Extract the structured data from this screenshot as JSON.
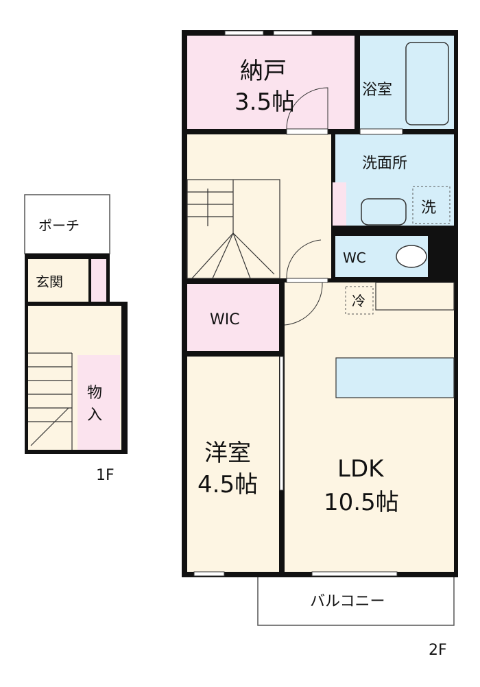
{
  "floor_1": {
    "label": "1F",
    "rooms": {
      "porch": "ポーチ",
      "entrance": "玄関",
      "storage_line1": "物",
      "storage_line2": "入"
    }
  },
  "floor_2": {
    "label": "2F",
    "rooms": {
      "closet_name": "納戸",
      "closet_size": "3.5帖",
      "bath": "浴室",
      "washroom": "洗面所",
      "washer": "洗",
      "wc": "WC",
      "fridge": "冷",
      "wic": "WIC",
      "western_name": "洋室",
      "western_size": "4.5帖",
      "ldk_name": "LDK",
      "ldk_size": "10.5帖",
      "balcony": "バルコニー"
    }
  },
  "colors": {
    "pink": "#fbe3ee",
    "cream": "#fdf5e3",
    "blue": "#d5eef9",
    "wall": "#111111"
  }
}
